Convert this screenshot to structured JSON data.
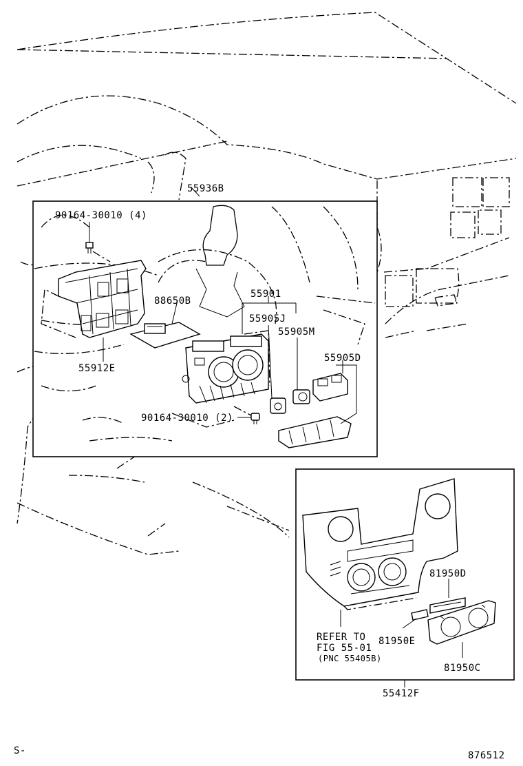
{
  "labels": {
    "p55936B": "55936B",
    "p90164_4": "90164-30010 (4)",
    "p88650B": "88650B",
    "p55901": "55901",
    "p55905J": "55905J",
    "p55905M": "55905M",
    "p55905D": "55905D",
    "p55912E": "55912E",
    "p90164_2": "90164-30010 (2)",
    "p81950D": "81950D",
    "p81950E": "81950E",
    "p81950C": "81950C",
    "p55412F": "55412F",
    "refer1": "REFER TO",
    "refer2": "FIG 55-01",
    "refer3": "(PNC 55405B)",
    "corner_left": "S-",
    "corner_right": "876512"
  }
}
